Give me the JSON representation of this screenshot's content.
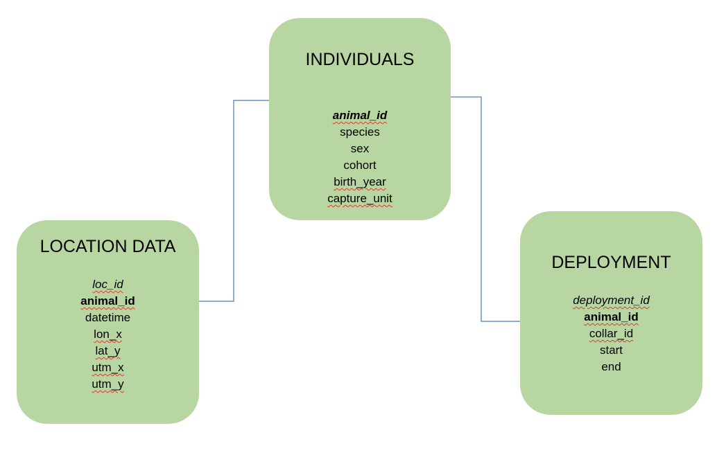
{
  "colors": {
    "entity_fill": "#b8d6a2",
    "connector": "#4a7ab5",
    "spellcheck_underline": "#e0382f"
  },
  "individuals": {
    "title": "INDIVIDUALS",
    "fields": [
      "animal_id",
      "species",
      "sex",
      "cohort",
      "birth_year",
      "capture_unit"
    ]
  },
  "location": {
    "title": "LOCATION DATA",
    "fields": [
      "loc_id",
      "animal_id",
      "datetime",
      "lon_x",
      "lat_y",
      "utm_x",
      "utm_y"
    ]
  },
  "deployment": {
    "title": "DEPLOYMENT",
    "fields": [
      "deployment_id",
      "animal_id",
      "collar_id",
      "start",
      "end"
    ]
  }
}
